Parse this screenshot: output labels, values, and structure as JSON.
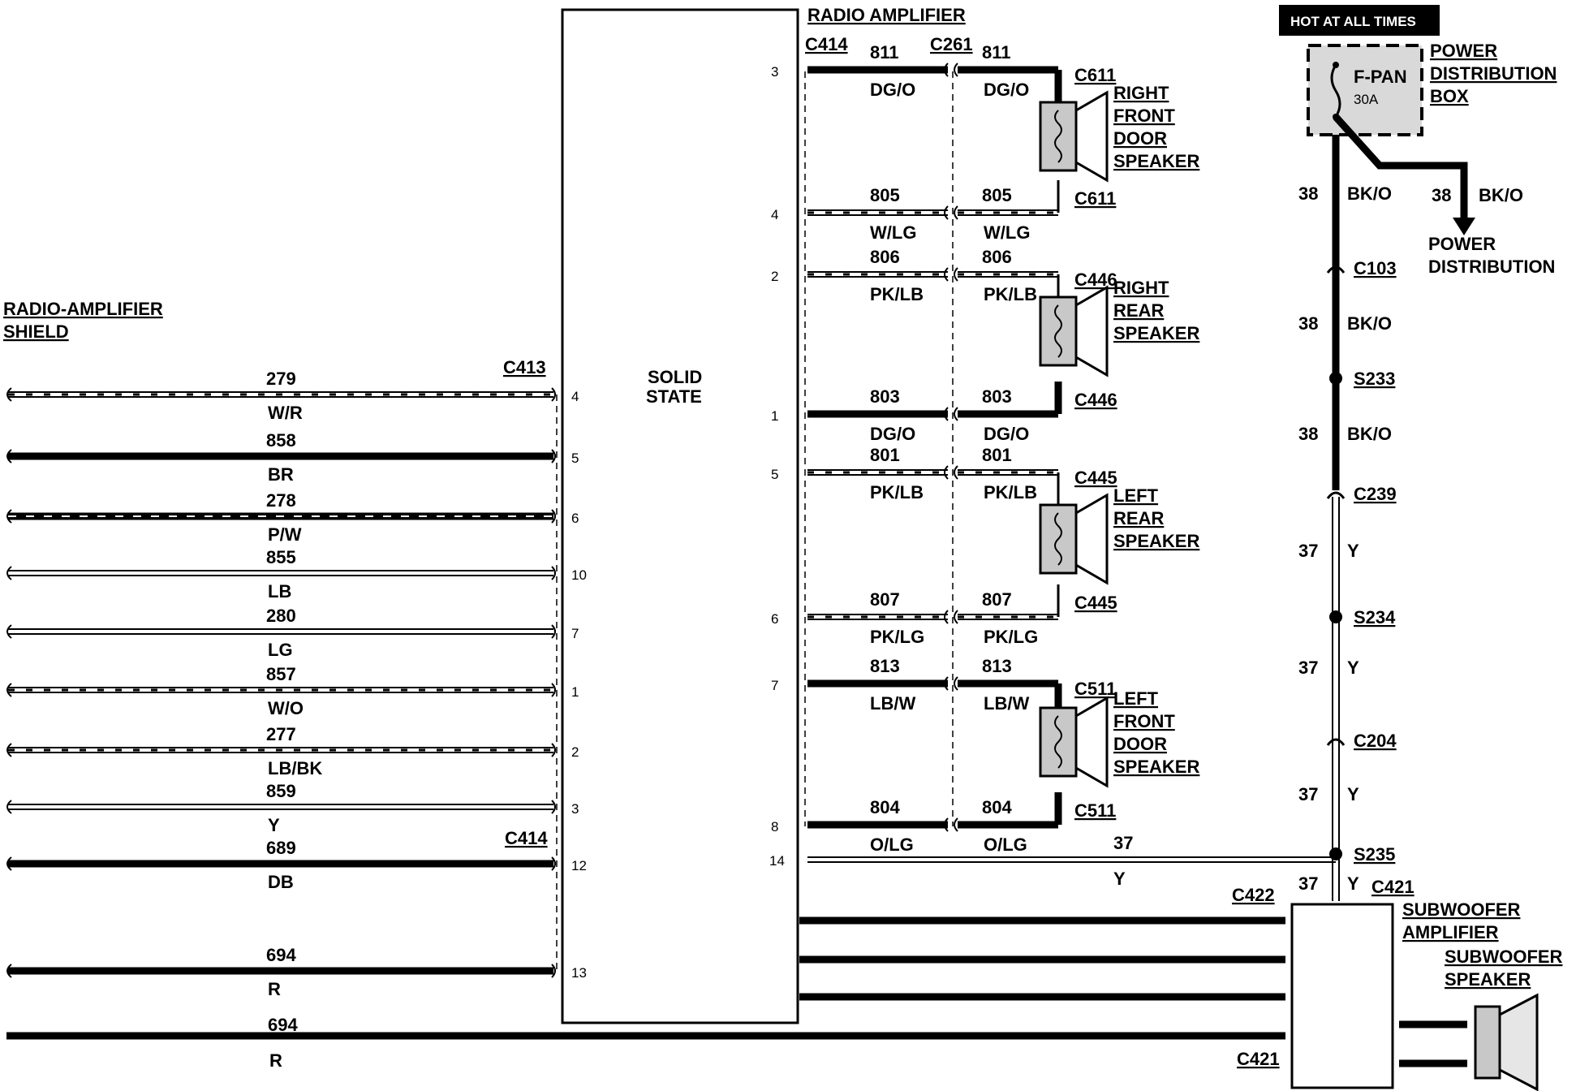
{
  "badge": "HOT AT ALL TIMES",
  "radio_amp": {
    "title": "RADIO AMPLIFIER",
    "body": [
      "SOLID",
      "STATE"
    ]
  },
  "shield": [
    "RADIO-AMPLIFIER",
    "SHIELD"
  ],
  "left_connectors": [
    "C413",
    "C414"
  ],
  "left_wires": [
    {
      "num": "279",
      "color": "W/R",
      "pin": "4",
      "style": "striped"
    },
    {
      "num": "858",
      "color": "BR",
      "pin": "5",
      "style": "thick"
    },
    {
      "num": "278",
      "color": "P/W",
      "pin": "6",
      "style": "thickstripe"
    },
    {
      "num": "855",
      "color": "LB",
      "pin": "10",
      "style": "thin"
    },
    {
      "num": "280",
      "color": "LG",
      "pin": "7",
      "style": "thin"
    },
    {
      "num": "857",
      "color": "W/O",
      "pin": "1",
      "style": "striped"
    },
    {
      "num": "277",
      "color": "LB/BK",
      "pin": "2",
      "style": "striped"
    },
    {
      "num": "859",
      "color": "Y",
      "pin": "3",
      "style": "thin"
    },
    {
      "num": "689",
      "color": "DB",
      "pin": "12",
      "style": "thick"
    },
    {
      "num": "694",
      "color": "R",
      "pin": "13",
      "style": "thick"
    }
  ],
  "bottom_wire": {
    "num": "694",
    "color": "R"
  },
  "right_conn": {
    "left": "C414",
    "mid": "C261"
  },
  "right_wires": [
    {
      "pin": "3",
      "num": "811",
      "color": "DG/O",
      "conn": "C611",
      "style": "thick"
    },
    {
      "pin": "4",
      "num": "805",
      "color": "W/LG",
      "conn": "C611",
      "style": "striped"
    },
    {
      "pin": "2",
      "num": "806",
      "color": "PK/LB",
      "conn": "C446",
      "style": "striped"
    },
    {
      "pin": "1",
      "num": "803",
      "color": "DG/O",
      "conn": "C446",
      "style": "thick"
    },
    {
      "pin": "5",
      "num": "801",
      "color": "PK/LB",
      "conn": "C445",
      "style": "striped"
    },
    {
      "pin": "6",
      "num": "807",
      "color": "PK/LG",
      "conn": "C445",
      "style": "striped"
    },
    {
      "pin": "7",
      "num": "813",
      "color": "LB/W",
      "conn": "C511",
      "style": "thick"
    },
    {
      "pin": "8",
      "num": "804",
      "color": "O/LG",
      "conn": "C511",
      "style": "thick"
    }
  ],
  "speakers": [
    [
      "RIGHT",
      "FRONT",
      "DOOR",
      "SPEAKER"
    ],
    [
      "RIGHT",
      "REAR",
      "SPEAKER"
    ],
    [
      "LEFT",
      "REAR",
      "SPEAKER"
    ],
    [
      "LEFT",
      "FRONT",
      "DOOR",
      "SPEAKER"
    ]
  ],
  "pin14": {
    "pin": "14",
    "num": "37",
    "color": "Y"
  },
  "pdb": {
    "label": [
      "POWER",
      "DISTRIBUTION",
      "BOX"
    ],
    "fuse": "F-PAN",
    "rating": "30A"
  },
  "power_branch": {
    "num": "38",
    "color": "BK/O",
    "label": [
      "POWER",
      "DISTRIBUTION"
    ]
  },
  "vertical_chain": {
    "segments": [
      {
        "num": "38",
        "color": "BK/O"
      },
      {
        "num": "38",
        "color": "BK/O"
      },
      {
        "num": "38",
        "color": "BK/O"
      },
      {
        "num": "37",
        "color": "Y"
      },
      {
        "num": "37",
        "color": "Y"
      },
      {
        "num": "37",
        "color": "Y"
      },
      {
        "num": "37",
        "color": "Y"
      }
    ],
    "nodes": [
      "C103",
      "S233",
      "C239",
      "S234",
      "C204",
      "S235"
    ]
  },
  "subwoofer": {
    "amp": [
      "SUBWOOFER",
      "AMPLIFIER"
    ],
    "speaker": [
      "SUBWOOFER",
      "SPEAKER"
    ],
    "c422": "C422",
    "c421_top": "C421",
    "c421_bottom": "C421"
  },
  "colors": {
    "ink": "#000000",
    "paper": "#ffffff",
    "shade": "#c8c8c8"
  }
}
